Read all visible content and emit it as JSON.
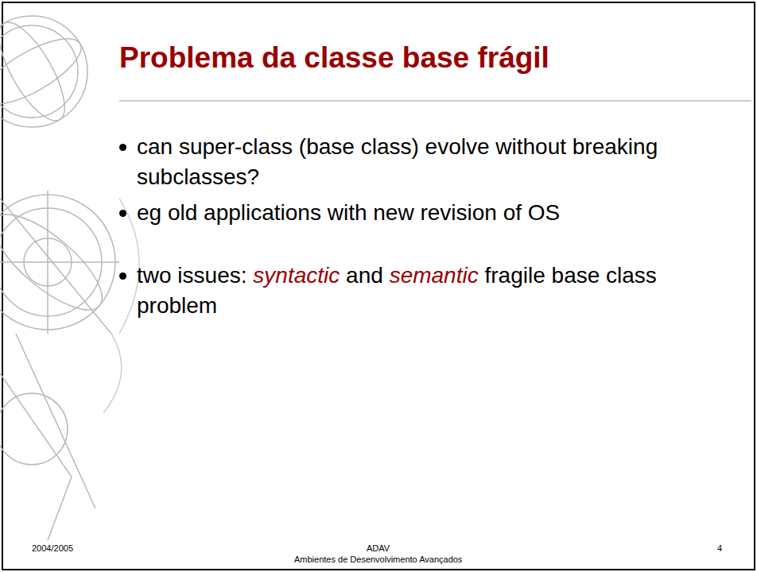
{
  "diagram": {
    "title": "Problema da classe base frágil",
    "labels": [
      "can super-class (base class) evolve without breaking subclasses?",
      "eg old applications with new revision of OS",
      "two issues:",
      "syntactic",
      "and",
      "semantic",
      "fragile base class problem",
      "2004/2005",
      "ADAV",
      "Ambientes de Desenvolvimento Avançados",
      "4"
    ]
  }
}
